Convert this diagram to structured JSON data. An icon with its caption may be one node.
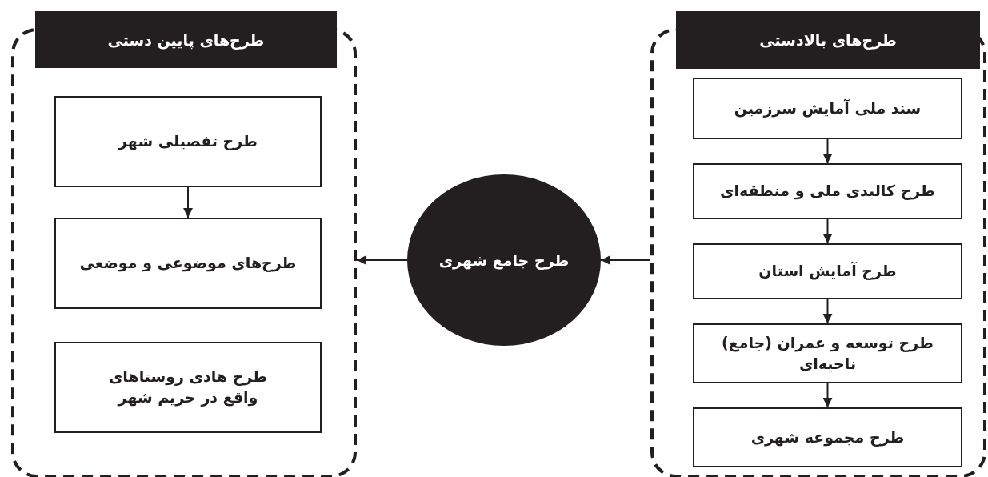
{
  "diagram": {
    "nodes": [
      {
        "text": [
          "طرح‌های پایین دستی"
        ]
      },
      {
        "text": [
          "طرح تفصیلی شهر"
        ],
        "in": 0
      },
      {
        "text": [
          "طرح‌های موضوعی و موضعی"
        ],
        "in": 0
      },
      {
        "text": [
          "طرح هادی روستاهای واقع در حریم شهر"
        ],
        "in": 0
      },
      {
        "text": [
          "طرح جامع شهری"
        ]
      },
      {
        "text": [
          "طرح‌های بالادستی"
        ]
      },
      {
        "text": [
          "سند ملی آمایش سرزمین"
        ],
        "in": 5
      },
      {
        "text": [
          "طرح کالبدی ملی و منطقه‌ای"
        ],
        "in": 5
      },
      {
        "text": [
          "طرح آمایش استان"
        ],
        "in": 5
      },
      {
        "text": [
          "طرح توسعه و عمران (جامع) ناحیه‌ای"
        ],
        "in": 5
      },
      {
        "text": [
          "طرح مجموعه شهری"
        ],
        "in": 5
      }
    ],
    "edges": [
      {
        "from": 1,
        "to": 2,
        "arrow": "to"
      },
      {
        "from": 4,
        "to": 0,
        "arrow": "to"
      },
      {
        "from": 5,
        "to": 4,
        "arrow": "to"
      },
      {
        "from": 6,
        "to": 7,
        "arrow": "to"
      },
      {
        "from": 7,
        "to": 8,
        "arrow": "to"
      },
      {
        "from": 8,
        "to": 9,
        "arrow": "to"
      },
      {
        "from": 9,
        "to": 10,
        "arrow": "to"
      }
    ]
  }
}
